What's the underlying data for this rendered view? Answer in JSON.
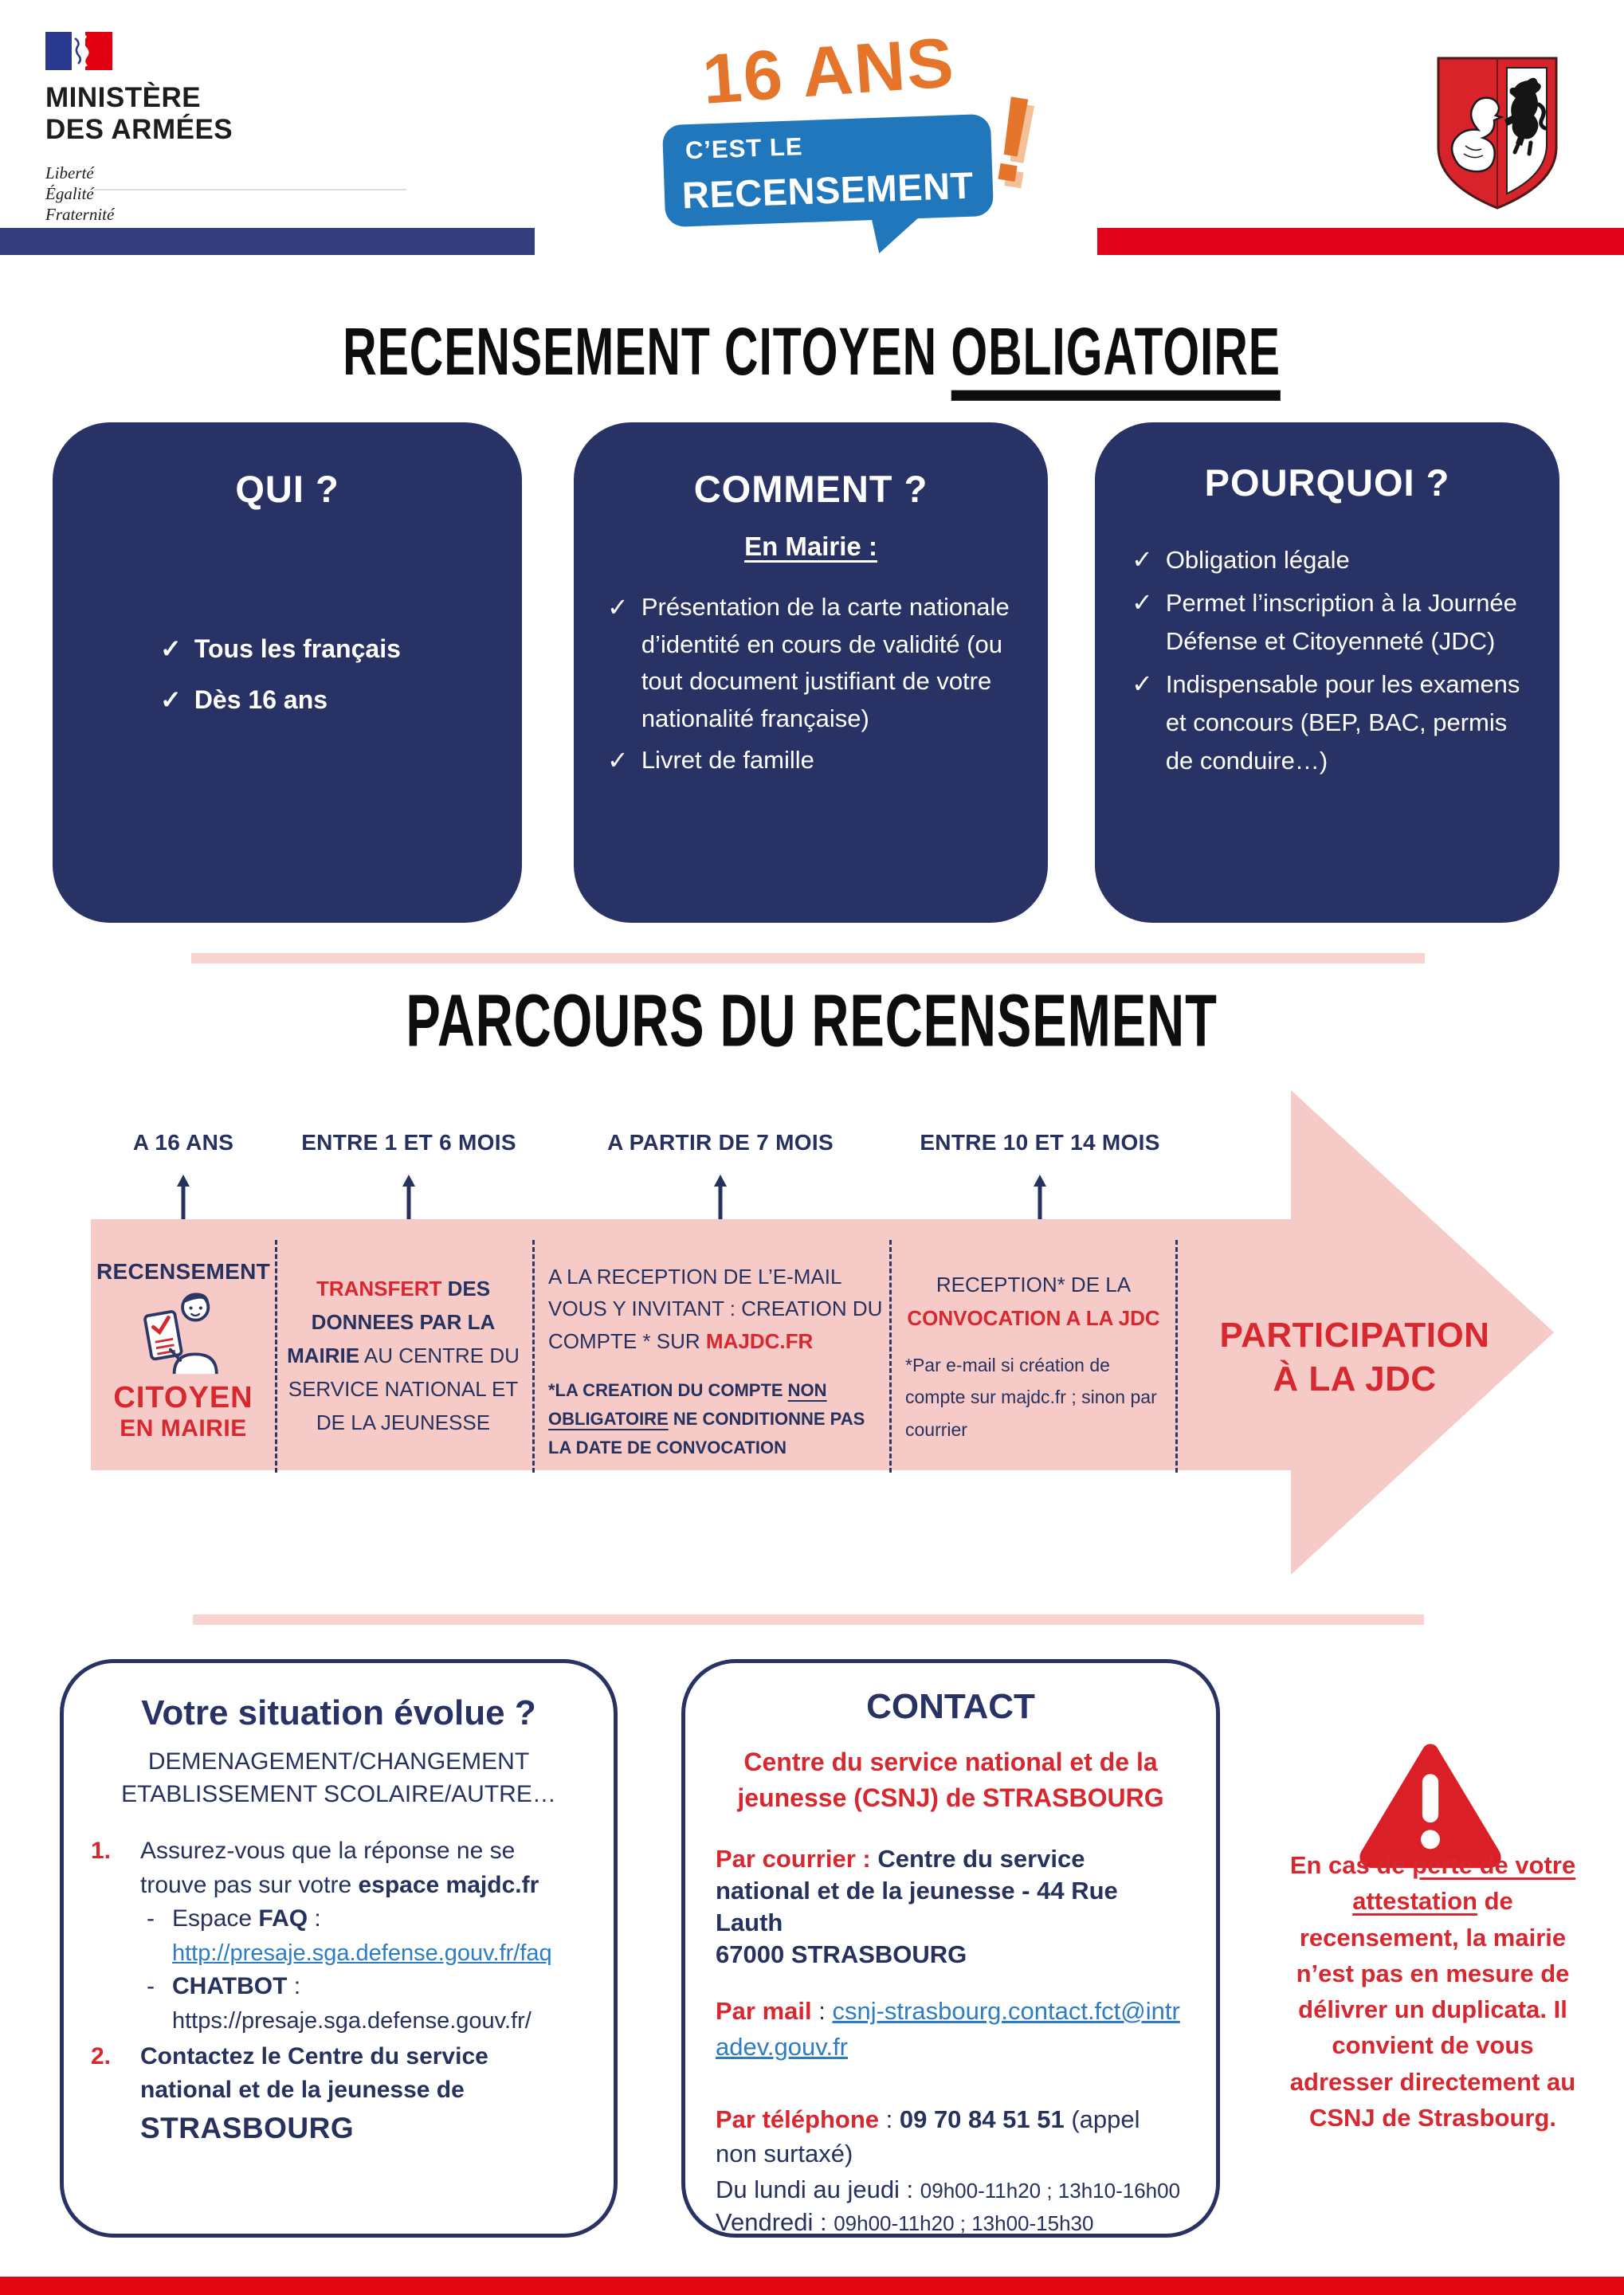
{
  "colors": {
    "navy": "#293264",
    "navy_text": "#27315e",
    "red": "#d7282f",
    "pink_band": "#f6cbc7",
    "pink_divider": "#f8d3d0",
    "bubble_blue": "#2077bc",
    "orange": "#e4752b",
    "link_blue": "#2e7cc3",
    "header_bar_blue": "#363f7e",
    "header_bar_red": "#e2011a",
    "footer_red": "#e30613"
  },
  "icons": {
    "check": "✓",
    "dash": "-"
  },
  "header": {
    "ministry": {
      "line1": "MINISTÈRE",
      "line2": "DES ARMÉES",
      "motto1": "Liberté",
      "motto2": "Égalité",
      "motto3": "Fraternité"
    },
    "logo16": {
      "age": "16 ANS",
      "cest": "C’EST LE",
      "recensement": "RECENSEMENT",
      "bang": "!"
    }
  },
  "title": {
    "normal": "RECENSEMENT CITOYEN ",
    "underlined": "OBLIGATOIRE"
  },
  "cards": {
    "qui": {
      "heading": "QUI ?",
      "item1": "Tous les français",
      "item2": "Dès 16 ans"
    },
    "comment": {
      "heading": "COMMENT ?",
      "sub": "En Mairie :",
      "item1": "Présentation de la carte nationale d’identité en cours de validité (ou tout document justifiant de votre nationalité française)",
      "item2": "Livret de famille"
    },
    "pourquoi": {
      "heading": "POURQUOI ?",
      "item1": "Obligation légale",
      "item2": "Permet l’inscription à la Journée Défense et Citoyenneté (JDC)",
      "item3": "Indispensable pour les examens et concours (BEP, BAC, permis de conduire…)"
    }
  },
  "parcours": {
    "title": "PARCOURS DU RECENSEMENT",
    "m1": "A 16 ANS",
    "m2": "ENTRE 1 ET 6 MOIS",
    "m3": "A PARTIR DE 7 MOIS",
    "m4": "ENTRE 10 ET 14 MOIS"
  },
  "timeline": {
    "col1": {
      "top": "RECENSEMENT",
      "red1": "CITOYEN",
      "red2": "EN MAIRIE"
    },
    "col2": {
      "red": "TRANSFERT",
      "bold": " DES DONNEES PAR LA MAIRIE",
      "rest": " AU CENTRE DU SERVICE NATIONAL ET DE LA JEUNESSE"
    },
    "col3": {
      "main": "A LA RECEPTION DE L’E-MAIL VOUS Y INVITANT : CREATION DU COMPTE * SUR ",
      "site": "MAJDC.FR",
      "foot1": "*LA CREATION DU COMPTE ",
      "foot_u": "NON OBLIGATOIRE",
      "foot2": " NE CONDITIONNE PAS LA DATE DE CONVOCATION"
    },
    "col4": {
      "a": "RECEPTION* DE LA",
      "b": "CONVOCATION A LA JDC",
      "foot": "*Par e-mail si création de compte sur majdc.fr ; sinon par courrier"
    },
    "participation1": "PARTICIPATION",
    "participation2": "À LA JDC"
  },
  "evolution": {
    "title": "Votre situation évolue ?",
    "sub1": "DEMENAGEMENT/CHANGEMENT",
    "sub2": "ETABLISSEMENT SCOLAIRE/AUTRE…",
    "num1": "1.",
    "t1a": "Assurez-vous que la réponse ne se trouve pas sur votre ",
    "t1b": "espace majdc.fr",
    "faq_a": "Espace ",
    "faq_b": "FAQ",
    "faq_c": " :",
    "faq_url": "http://presaje.sga.defense.gouv.fr/faq",
    "chat_a": "CHATBOT",
    "chat_b": " :",
    "chat_url": "https://presaje.sga.defense.gouv.fr/",
    "num2": "2.",
    "t2a": "Contactez le Centre du service national et de la jeunesse de ",
    "t2b": "STRASBOURG"
  },
  "contact": {
    "title": "CONTACT",
    "org": "Centre du service national et de la jeunesse (CSNJ) de STRASBOURG",
    "courrier_label": "Par courrier :",
    "courrier_text": " Centre du service national et de la jeunesse - 44 Rue Lauth",
    "courrier_cp": "67000 STRASBOURG",
    "mail_label": "Par mail",
    "mail_sep": " : ",
    "mail_value": "csnj-strasbourg.contact.fct@intradev.gouv.fr",
    "tel_label": "Par téléphone",
    "tel_sep": " : ",
    "tel_value": "09 70 84 51 51",
    "tel_suffix": " (appel non surtaxé)",
    "h1a": "Du lundi au jeudi : ",
    "h1b": "09h00-11h20 ; 13h10-16h00",
    "h2a": "Vendredi : ",
    "h2b": "09h00-11h20 ; 13h00-15h30"
  },
  "warning": {
    "t1": "En cas de ",
    "u": "perte de votre attestation",
    "t2": " de recensement, la mairie n’est pas en mesure de délivrer un duplicata. Il convient de vous adresser directement au CSNJ de Strasbourg."
  }
}
